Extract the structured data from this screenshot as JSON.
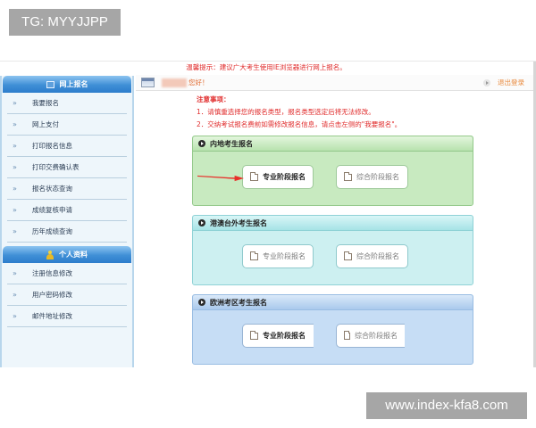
{
  "watermarks": {
    "top_left": "TG: MYYJJPP",
    "bottom_right": "www.index-kfa8.com"
  },
  "header": {
    "notice": "温馨提示：建议广大考生使用IE浏览器进行网上报名。",
    "greeting": "您好！",
    "logout_label": "退出登录",
    "user_icon": "user-card-icon",
    "logout_icon": "play-circle-icon"
  },
  "sidebar": {
    "sections": [
      {
        "title": "网上报名",
        "icon": "monitor-icon",
        "items": [
          {
            "label": "我要报名"
          },
          {
            "label": "网上支付"
          },
          {
            "label": "打印报名信息"
          },
          {
            "label": "打印交费确认表"
          },
          {
            "label": "报名状态查询"
          },
          {
            "label": "成绩复核申请"
          },
          {
            "label": "历年成绩查询"
          }
        ]
      },
      {
        "title": "个人资料",
        "icon": "person-icon",
        "items": [
          {
            "label": "注册信息修改"
          },
          {
            "label": "用户密码修改"
          },
          {
            "label": "邮件地址修改"
          }
        ]
      }
    ],
    "item_bullet": "»"
  },
  "notes": {
    "title": "注意事项：",
    "lines": [
      "1．请慎重选择您的报名类型，报名类型选定后将无法修改。",
      "2．交纳考试报名费前如需修改报名信息，请点击左侧的\"我要报名\"。"
    ]
  },
  "panels": [
    {
      "title": "内地考生报名",
      "color": "#c8eac0",
      "buttons": [
        {
          "label": "专业阶段报名",
          "style": "bold"
        },
        {
          "label": "综合阶段报名",
          "style": "lite"
        }
      ]
    },
    {
      "title": "港澳台外考生报名",
      "color": "#cdf0f1",
      "buttons": [
        {
          "label": "专业阶段报名",
          "style": "lite"
        },
        {
          "label": "综合阶段报名",
          "style": "lite"
        }
      ]
    },
    {
      "title": "欧洲考区考生报名",
      "color": "#c6ddf5",
      "buttons": [
        {
          "label": "专业阶段报名",
          "style": "bold"
        },
        {
          "label": "综合阶段报名",
          "style": "lite"
        }
      ]
    }
  ],
  "annotation": {
    "arrow_color": "#e8302a",
    "points_to": "专业阶段报名"
  }
}
